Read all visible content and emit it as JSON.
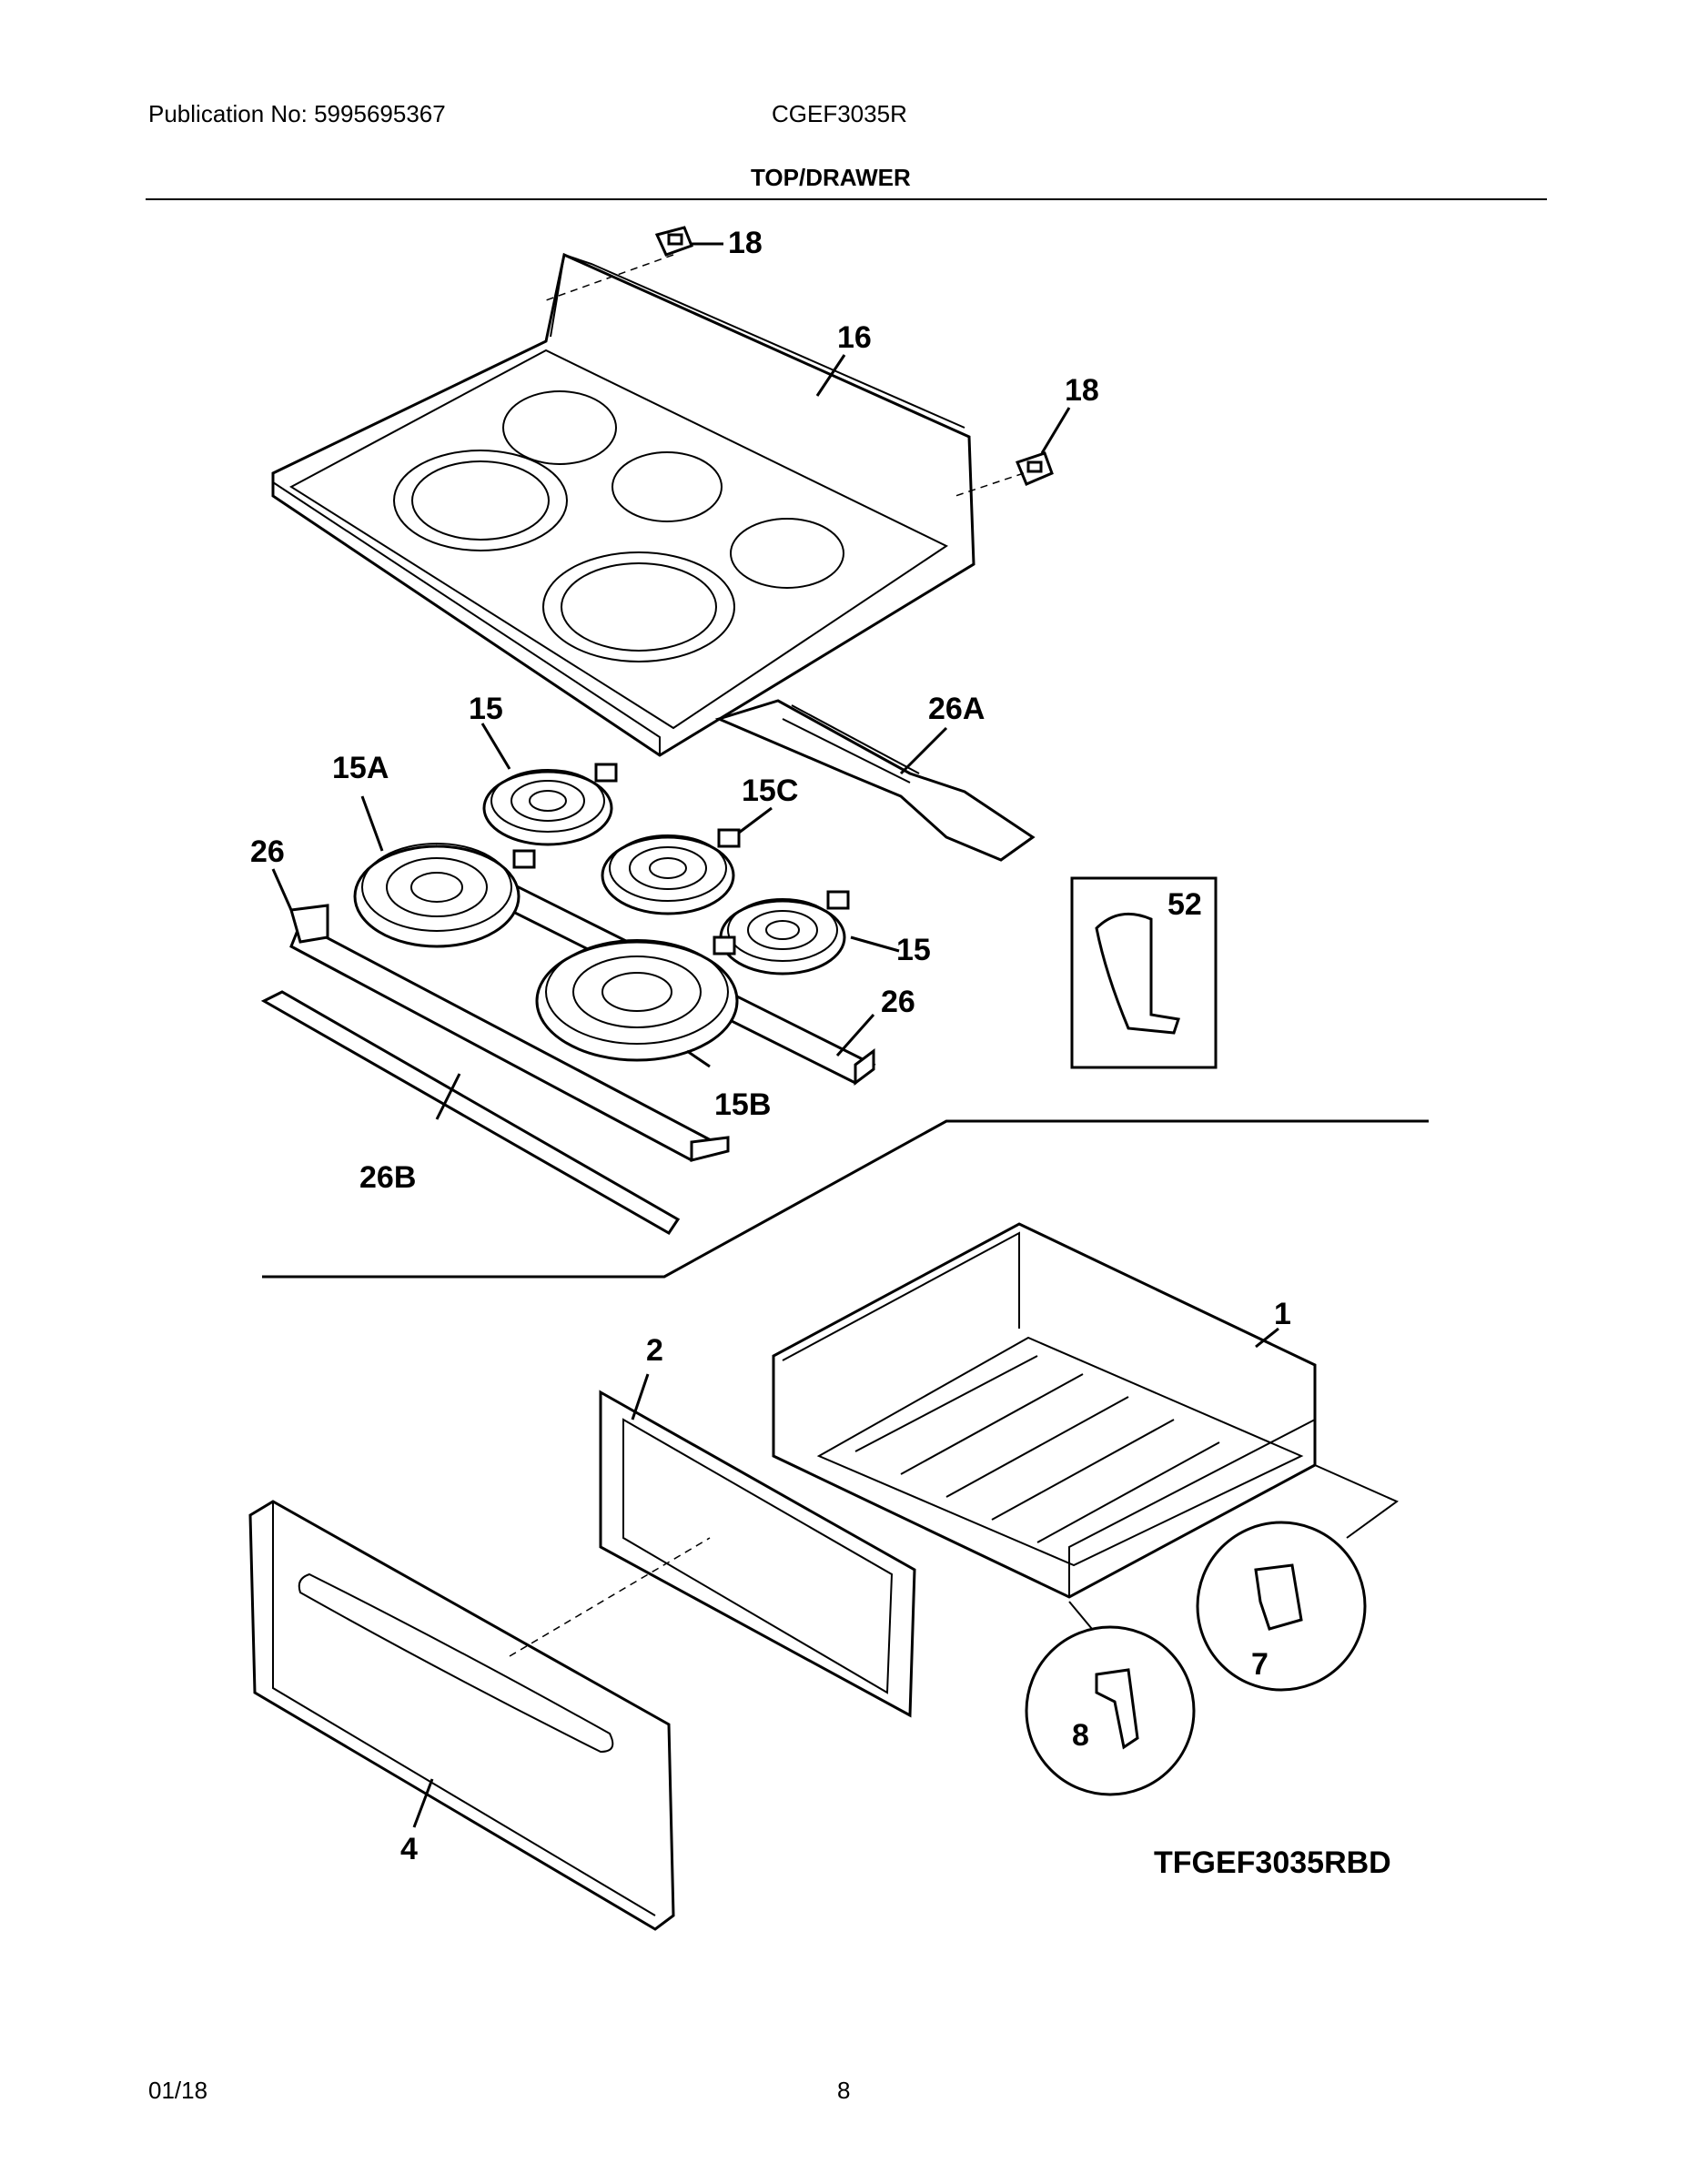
{
  "header": {
    "publication": "Publication No: 5995695367",
    "model": "CGEF3035R",
    "section_title": "TOP/DRAWER"
  },
  "callouts": {
    "c18a": "18",
    "c16": "16",
    "c18b": "18",
    "c15a": "15",
    "c26a": "26A",
    "c15A": "15A",
    "c15C": "15C",
    "c52": "52",
    "c26": "26",
    "c15b": "15",
    "c26b": "26",
    "c15B": "15B",
    "c26B": "26B",
    "c1": "1",
    "c2": "2",
    "c7": "7",
    "c8": "8",
    "c4": "4"
  },
  "diagram_id": "TFGEF3035RBD",
  "footer": {
    "date": "01/18",
    "page": "8"
  }
}
